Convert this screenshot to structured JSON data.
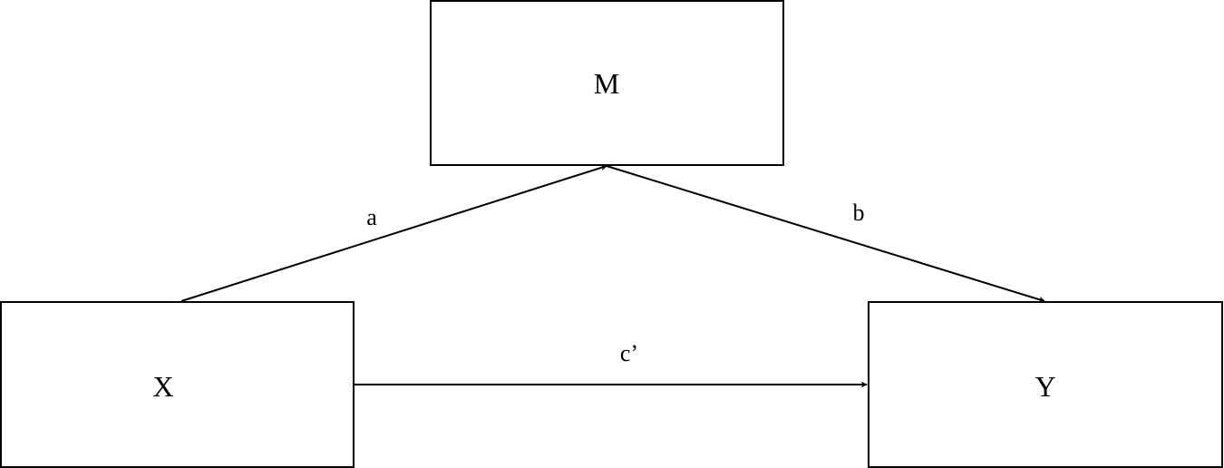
{
  "nodes": {
    "mediator": {
      "label": "M"
    },
    "independent": {
      "label": "X"
    },
    "dependent": {
      "label": "Y"
    }
  },
  "paths": {
    "a": {
      "label": "a"
    },
    "b": {
      "label": "b"
    },
    "c_prime": {
      "label": "c’"
    }
  },
  "colors": {
    "stroke": "#000000",
    "background": "#ffffff"
  }
}
